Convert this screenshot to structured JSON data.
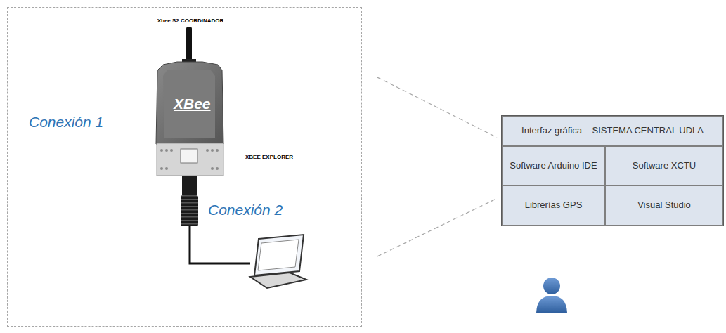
{
  "diagram": {
    "nodes": [
      {
        "text": [
          "Xbee S2 COORDINADOR",
          "Conexión 1",
          "XBEE EXPLORER",
          "Conexión 2"
        ]
      },
      {
        "text": [
          "Interfaz gráfica – SISTEMA CENTRAL UDLA",
          "Software Arduino IDE",
          "Software XCTU",
          "Librerías GPS",
          "Visual Studio"
        ]
      }
    ],
    "edges": [
      {
        "from": 0,
        "to": 1,
        "arrow": "none"
      },
      {
        "from": 0,
        "to": 1,
        "arrow": "none"
      }
    ],
    "labels": [
      "XBee"
    ]
  }
}
